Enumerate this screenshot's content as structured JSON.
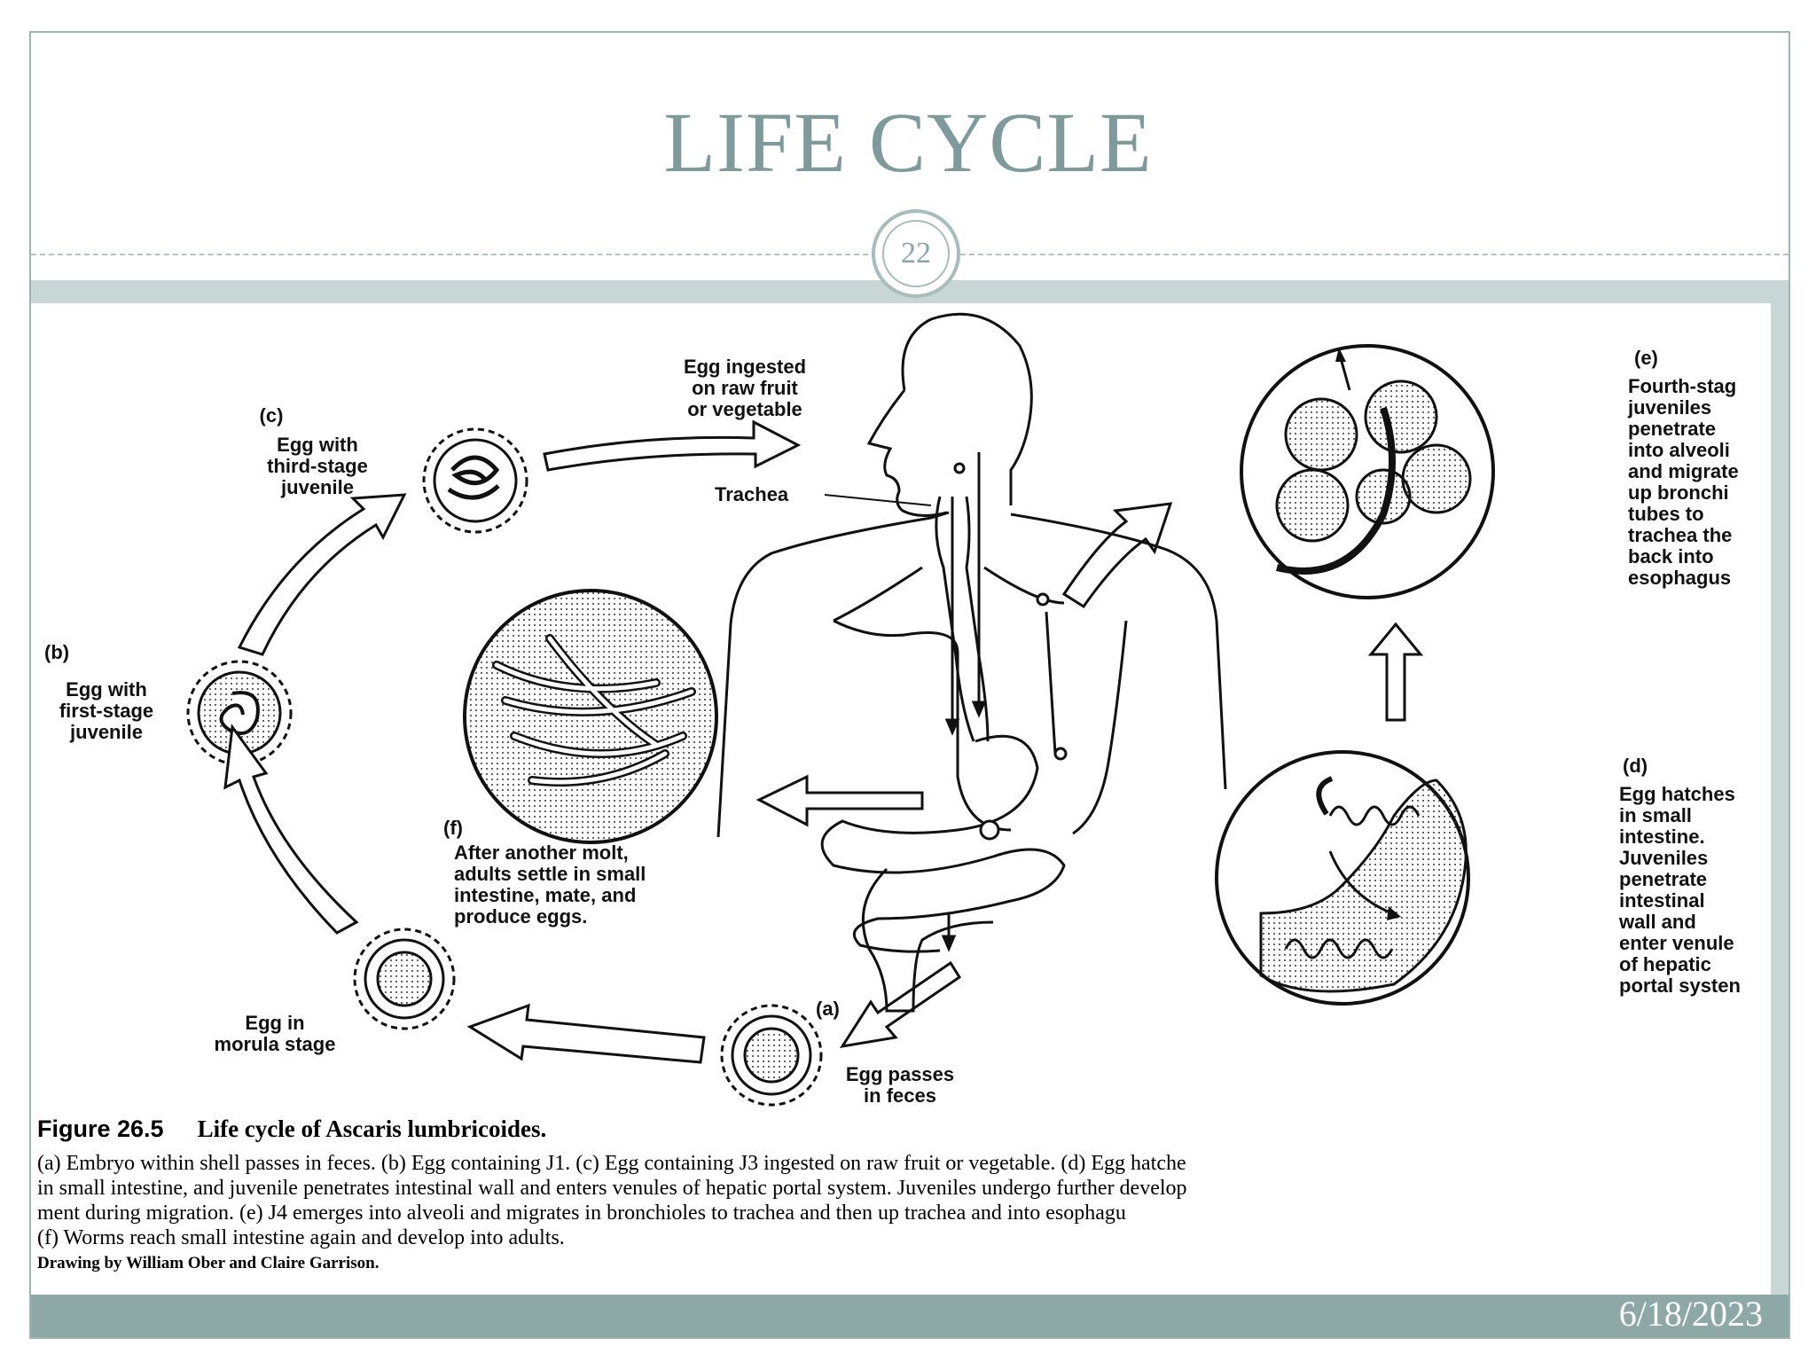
{
  "slide": {
    "title": "LIFE CYCLE",
    "page_number": "22",
    "date": "6/18/2023"
  },
  "labels": {
    "c_letter": "(c)",
    "c_text": "Egg with\nthird-stage\njuvenile",
    "b_letter": "(b)",
    "b_text": "Egg with\nfirst-stage\njuvenile",
    "morula": "Egg in\nmorula stage",
    "a_letter": "(a)",
    "a_text": "Egg passes\nin feces",
    "ingested": "Egg ingested\non raw fruit\nor vegetable",
    "trachea": "Trachea",
    "f_letter": "(f)",
    "f_text": "After another molt,\nadults settle in small\nintestine, mate, and\nproduce eggs.",
    "e_letter": "(e)",
    "e_text": "Fourth-stag\njuveniles\npenetrate\ninto alveoli\nand migrate\nup bronchi\ntubes to\ntrachea the\nback into\nesophagus",
    "d_letter": "(d)",
    "d_text": "Egg hatches\nin small\nintestine.\nJuveniles\npenetrate\nintestinal\nwall and\nenter venule\nof hepatic\nportal systen"
  },
  "caption": {
    "figure": "Figure 26.5",
    "title": "Life cycle of Ascaris lumbricoides.",
    "body": "(a) Embryo within shell passes in feces. (b) Egg containing J1. (c) Egg containing J3 ingested on raw fruit or vegetable. (d) Egg hatche\nin small intestine, and juvenile penetrates intestinal wall and enters venules of hepatic portal system. Juveniles undergo further develop\nment during migration. (e) J4 emerges into alveoli and migrates in bronchioles to trachea and then up trachea and into esophagu\n(f) Worms reach small intestine again and develop into adults.",
    "credit": "Drawing by William Ober and Claire Garrison."
  },
  "colors": {
    "title": "#7f9a9a",
    "frame": "#9fb3b3",
    "band": "#c9d6d6",
    "footer": "#8ea8a8"
  }
}
